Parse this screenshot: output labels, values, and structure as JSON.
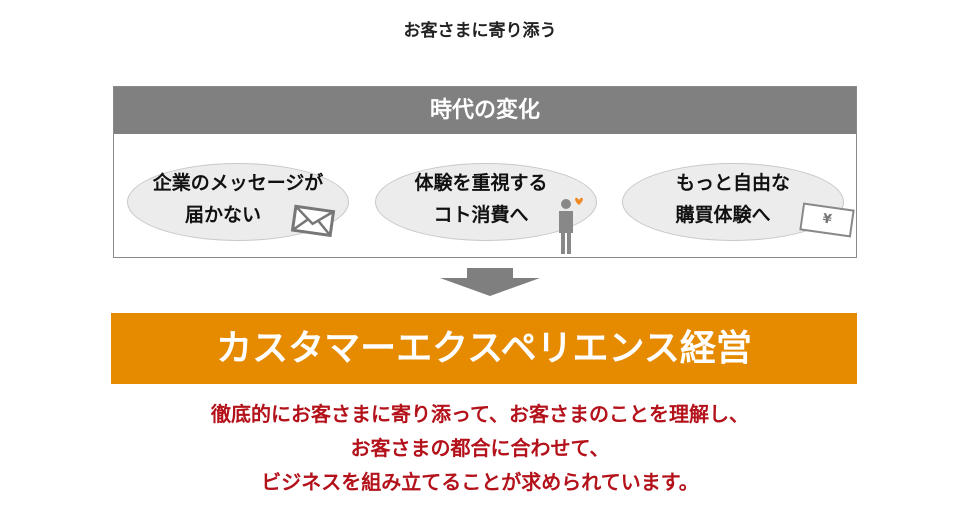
{
  "title": "お客さまに寄り添う",
  "change": {
    "header": "時代の変化",
    "items": [
      {
        "line1": "企業のメッセージが",
        "line2": "届かない",
        "icon": "envelope-icon"
      },
      {
        "line1": "体験を重視する",
        "line2": "コト消費へ",
        "icon": "person-heart-icon"
      },
      {
        "line1": "もっと自由な",
        "line2": "購買体験へ",
        "icon": "yen-card-icon",
        "icon_text": "¥"
      }
    ]
  },
  "banner": "カスタマーエクスペリエンス経営",
  "message": [
    "徹底的にお客さまに寄り添って、お客さまのことを理解し、",
    "お客さまの都合に合わせて、",
    "ビジネスを組み立てることが求められています。"
  ],
  "colors": {
    "header": "#808080",
    "banner": "#e68a00",
    "message": "#b4121b",
    "heart": "#f08a24"
  }
}
